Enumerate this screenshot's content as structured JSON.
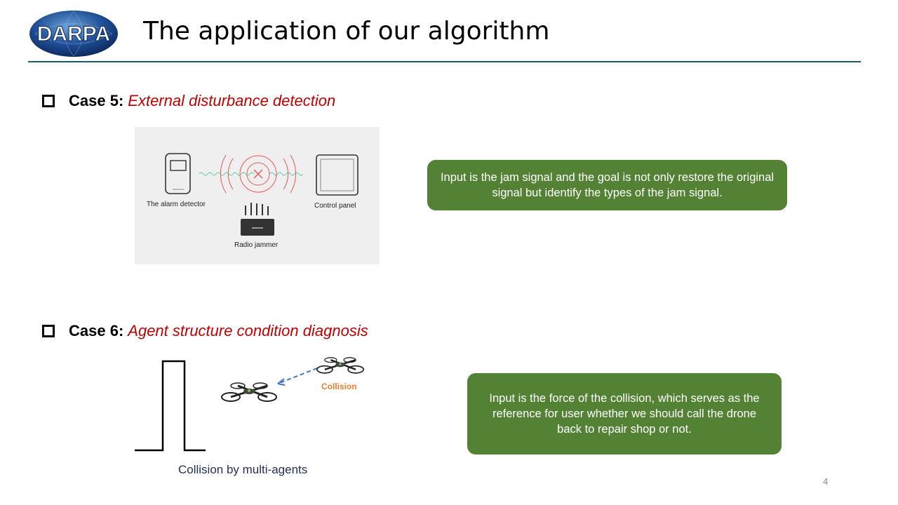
{
  "header": {
    "logo_text": "DARPA",
    "title": "The application of our algorithm"
  },
  "cases": [
    {
      "label": "Case 5:",
      "description": "External disturbance detection",
      "figure": {
        "left_device": "The alarm detector",
        "right_device": "Control panel",
        "bottom_device": "Radio jammer"
      },
      "callout": "Input is the jam signal and the goal is not only restore the original signal but identify the types of the jam signal."
    },
    {
      "label": "Case 6:",
      "description": "Agent structure condition diagnosis",
      "figure": {
        "annotation": "Collision",
        "caption": "Collision by multi-agents"
      },
      "callout": "Input is the force of the collision, which serves as the reference for user whether we should call the drone back to repair shop or not."
    }
  ],
  "footer": {
    "page_number": "4"
  },
  "colors": {
    "accent_red": "#c00000",
    "callout_green": "#548235",
    "rule": "#1d5a6e",
    "collision_orange": "#ed7d31"
  }
}
